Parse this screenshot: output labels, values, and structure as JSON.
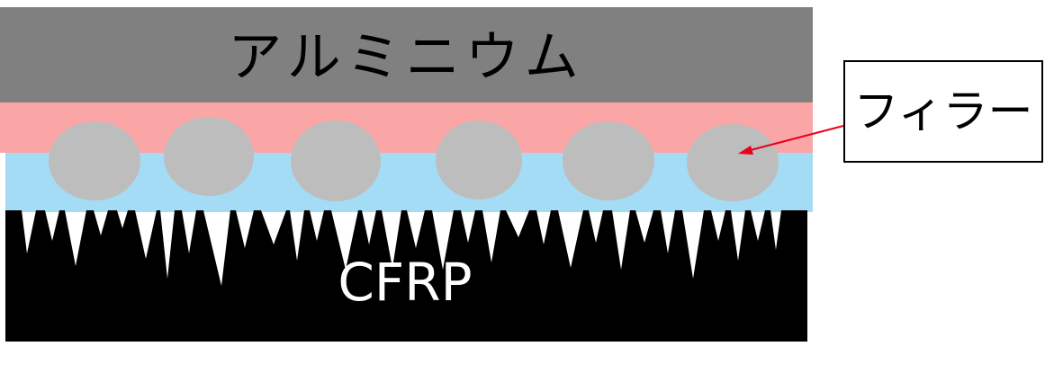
{
  "layers": {
    "aluminum": {
      "label": "アルミニウム",
      "color": "#808080"
    },
    "adhesive_top": {
      "color": "#FBA6A6"
    },
    "adhesive_bottom": {
      "color": "#A4DCF6"
    },
    "cfrp": {
      "label": "CFRP",
      "color": "#000000",
      "text_color": "#FFFFFF"
    }
  },
  "filler": {
    "color": "#BDBDBD",
    "count": 6
  },
  "callout": {
    "label": "フィラー",
    "arrow_color": "#E8001C"
  }
}
